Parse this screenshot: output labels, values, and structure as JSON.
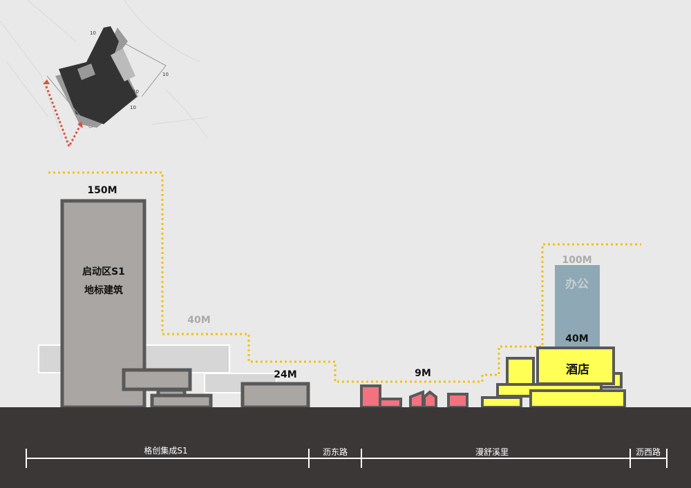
{
  "site_plan": {
    "labels": [
      "10",
      "10",
      "10",
      "10",
      "10"
    ]
  },
  "heights": {
    "tower": "150M",
    "tower_name_line1": "启动区S1",
    "tower_name_line2": "地标建筑",
    "mid": "40M",
    "low": "24M",
    "village": "9M",
    "office_top": "100M",
    "office_name": "办公",
    "hotel_top": "40M",
    "hotel_name": "酒店"
  },
  "scale_bar": {
    "segments": [
      "格创集成S1",
      "沥东路",
      "漫舒溪里",
      "沥西路"
    ]
  },
  "colors": {
    "ground": "#3a3736",
    "skyline": "#f2c200",
    "landmark": "#aaa6a4",
    "village": "#f2727f",
    "hotel": "#ffff55",
    "office": "#8ea8b5",
    "arrow": "#d9533f"
  }
}
